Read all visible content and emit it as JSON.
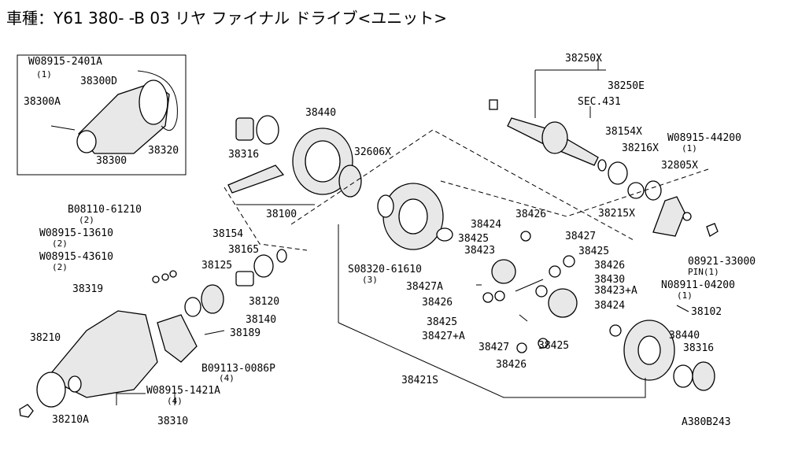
{
  "header": {
    "title": "車種：Y61 380- -B 03 リヤ ファイナル ドライブ<ユニット>"
  },
  "figure_code": "A380B243",
  "labels": [
    "W08915-2401A",
    "(1)",
    "38300D",
    "38300A",
    "38320",
    "38300",
    "38440",
    "38316",
    "32606X",
    "38100",
    "B08110-61210",
    "(2)",
    "W08915-13610",
    "(2)",
    "W08915-43610",
    "(2)",
    "38319",
    "38154",
    "38165",
    "38125",
    "38120",
    "38140",
    "38189",
    "38210",
    "38210A",
    "38310",
    "B09113-0086P",
    "(4)",
    "W08915-1421A",
    "(4)",
    "S08320-61610",
    "(3)",
    "38424",
    "38426",
    "38425",
    "38423",
    "38427",
    "38425",
    "38426",
    "38427A",
    "38430",
    "38423+A",
    "38426",
    "38425",
    "38427+A",
    "38427",
    "38426",
    "38425",
    "38424",
    "38421S",
    "38250X",
    "38250E",
    "SEC.431",
    "38154X",
    "38216X",
    "W08915-44200",
    "(1)",
    "32805X",
    "38215X",
    "08921-33000",
    "PIN(1)",
    "N08911-04200",
    "(1)",
    "38102",
    "38440",
    "38316"
  ]
}
